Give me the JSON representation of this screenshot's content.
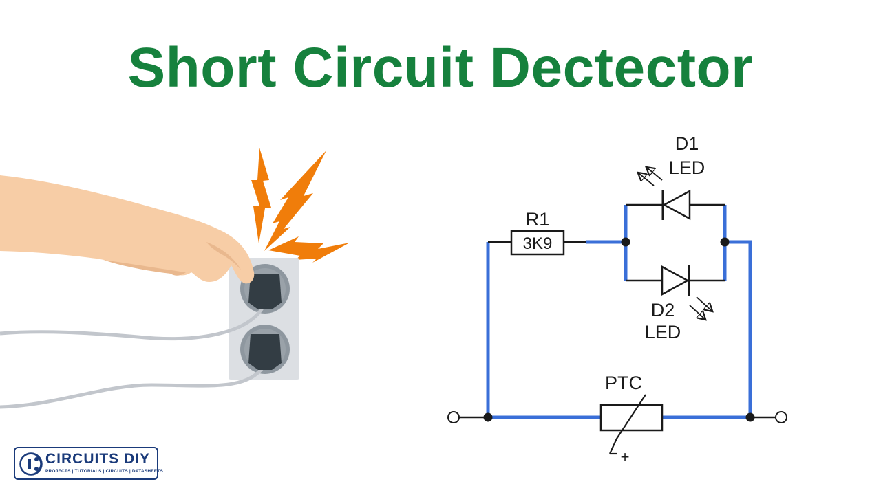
{
  "title": "Short Circuit Dectector",
  "colors": {
    "title": "#16813d",
    "wire_blue": "#3a6fd8",
    "wire_black": "#1a1a1a",
    "spark": "#f07d0a",
    "skin": "#f7cda6",
    "skin_shadow": "#e9b88e",
    "socket_plate": "#dcdfe3",
    "socket_ring": "#8e979f",
    "plug": "#333d44",
    "cable": "#c2c6cc",
    "logo": "#1a3a7a"
  },
  "circuit": {
    "resistor": {
      "ref": "R1",
      "value": "3K9"
    },
    "led_top": {
      "ref": "D1",
      "type": "LED"
    },
    "led_bottom": {
      "ref": "D2",
      "type": "LED"
    },
    "thermistor": {
      "ref": "PTC",
      "polarity": "+"
    }
  },
  "logo": {
    "brand": "CIRCUITS DIY",
    "tagline": "PROJECTS | TUTORIALS | CIRCUITS | DATASHEETS"
  },
  "icons": [
    "spark-bolt-icon",
    "circuits-diy-logo-icon"
  ]
}
